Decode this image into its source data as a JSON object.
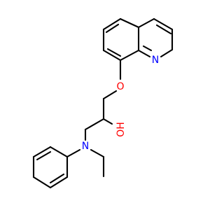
{
  "molecule": {
    "atoms": {
      "N_quinoline": {
        "label": "N"
      },
      "O_ether": {
        "label": "O"
      },
      "O_hydroxyl": {
        "label": "OH"
      },
      "N_amine": {
        "label": "N"
      }
    }
  },
  "colors": {
    "bond": "#000000",
    "nitrogen": "#0000ff",
    "oxygen": "#ff0000",
    "background": "#ffffff"
  }
}
